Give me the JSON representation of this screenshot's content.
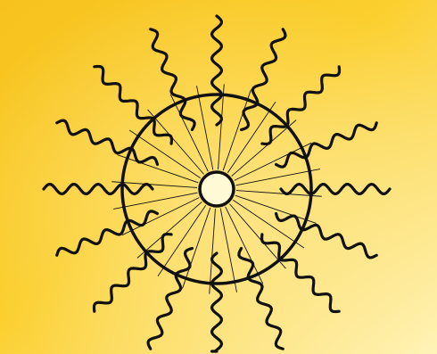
{
  "diagram": {
    "type": "radial-micelle-illustration",
    "tail_count": 16,
    "spoke_count": 24,
    "colors": {
      "background_top_left": "#f7c21c",
      "background_bottom_right": "#fff3b8",
      "stroke": "#111111",
      "inner_core_fill": "#fff9d6"
    },
    "icons": {
      "outer_boundary": "circle",
      "inner_core": "circle",
      "tails": "wavy-line",
      "spokes": "straight-line"
    }
  }
}
